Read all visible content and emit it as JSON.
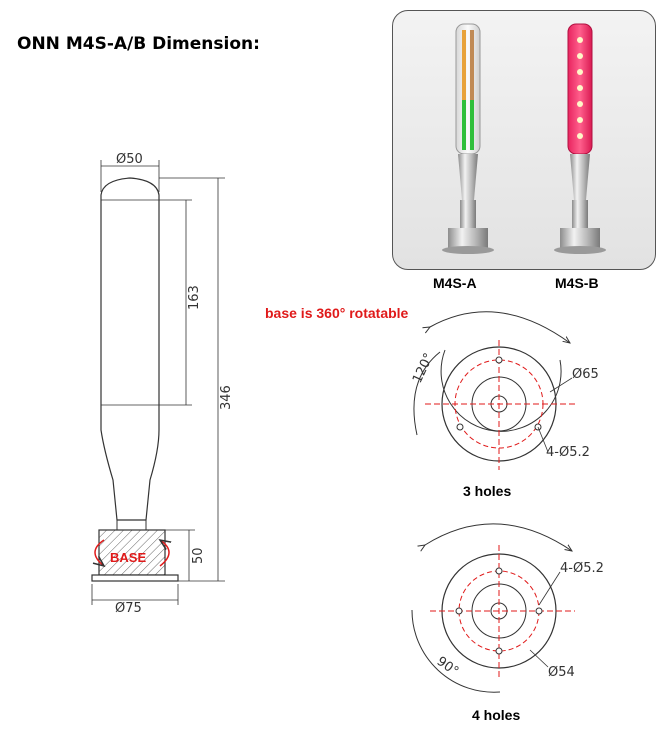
{
  "title": "ONN M4S-A/B Dimension:",
  "photo": {
    "models": [
      "M4S-A",
      "M4S-B"
    ]
  },
  "side_view": {
    "diameter_top": "Ø50",
    "height_tube": "163",
    "height_total": "346",
    "height_base": "50",
    "diameter_base": "Ø75",
    "base_label": "BASE"
  },
  "rotation_note": "base is 360° rotatable",
  "three_holes": {
    "angle": "120°",
    "pcd": "Ø65",
    "holes": "4-Ø5.2",
    "caption": "3 holes"
  },
  "four_holes": {
    "angle": "90°",
    "pcd": "Ø54",
    "holes": "4-Ø5.2",
    "caption": "4 holes"
  },
  "colors": {
    "line": "#333333",
    "red_dash": "#e01a1a",
    "green_led": "#2fbf3a",
    "pink_led": "#ff2d6f"
  }
}
